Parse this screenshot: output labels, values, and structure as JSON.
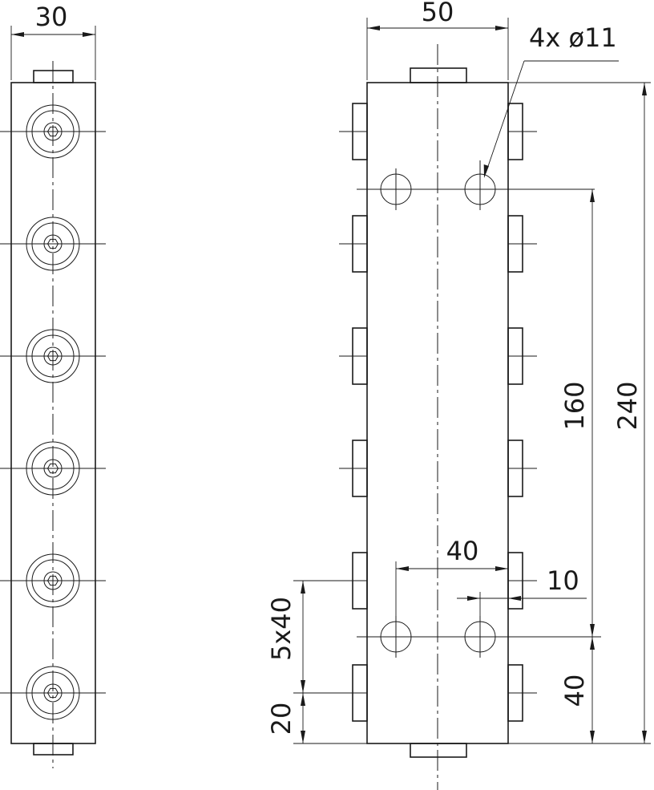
{
  "drawing": {
    "colors": {
      "line": "#1a1a1a",
      "background": "#ffffff"
    },
    "side_view": {
      "width_dimension": "30",
      "port_count": 6
    },
    "front_view": {
      "width_dimension": "50",
      "hole_callout": "4x ø11",
      "height_dimension": "240",
      "hole_spacing_vertical": "160",
      "bottom_hole_offset": "40",
      "hole_spacing_horizontal": "40",
      "hole_edge_offset": "10",
      "port_pitch": "5x40",
      "first_port_offset": "20"
    }
  }
}
